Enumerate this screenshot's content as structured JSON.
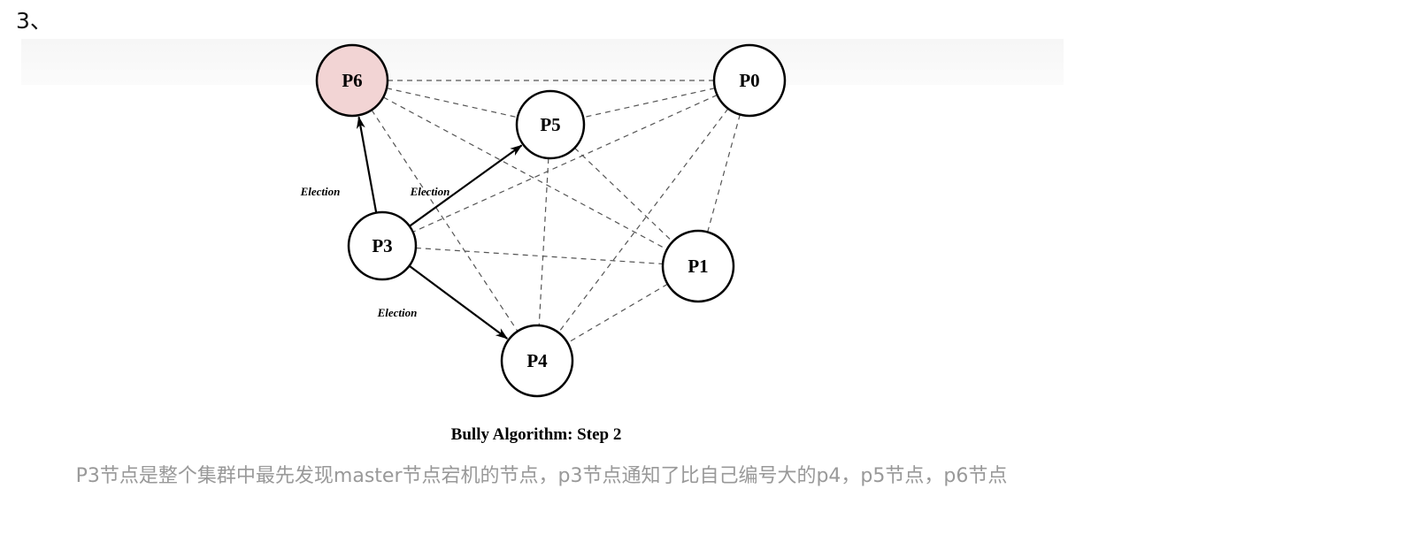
{
  "step_number": "3、",
  "diagram": {
    "title": "Bully Algorithm:  Step 2",
    "highlight_color": "#f2d4d4",
    "nodes": [
      "P6",
      "P0",
      "P5",
      "P3",
      "P1",
      "P4"
    ],
    "messages": [
      {
        "from": "P3",
        "to": "P6",
        "label": "Election"
      },
      {
        "from": "P3",
        "to": "P5",
        "label": "Election"
      },
      {
        "from": "P3",
        "to": "P4",
        "label": "Election"
      }
    ],
    "highlighted_node": "P6"
  },
  "caption": "P3节点是整个集群中最先发现master节点宕机的节点，p3节点通知了比自己编号大的p4，p5节点，p6节点"
}
